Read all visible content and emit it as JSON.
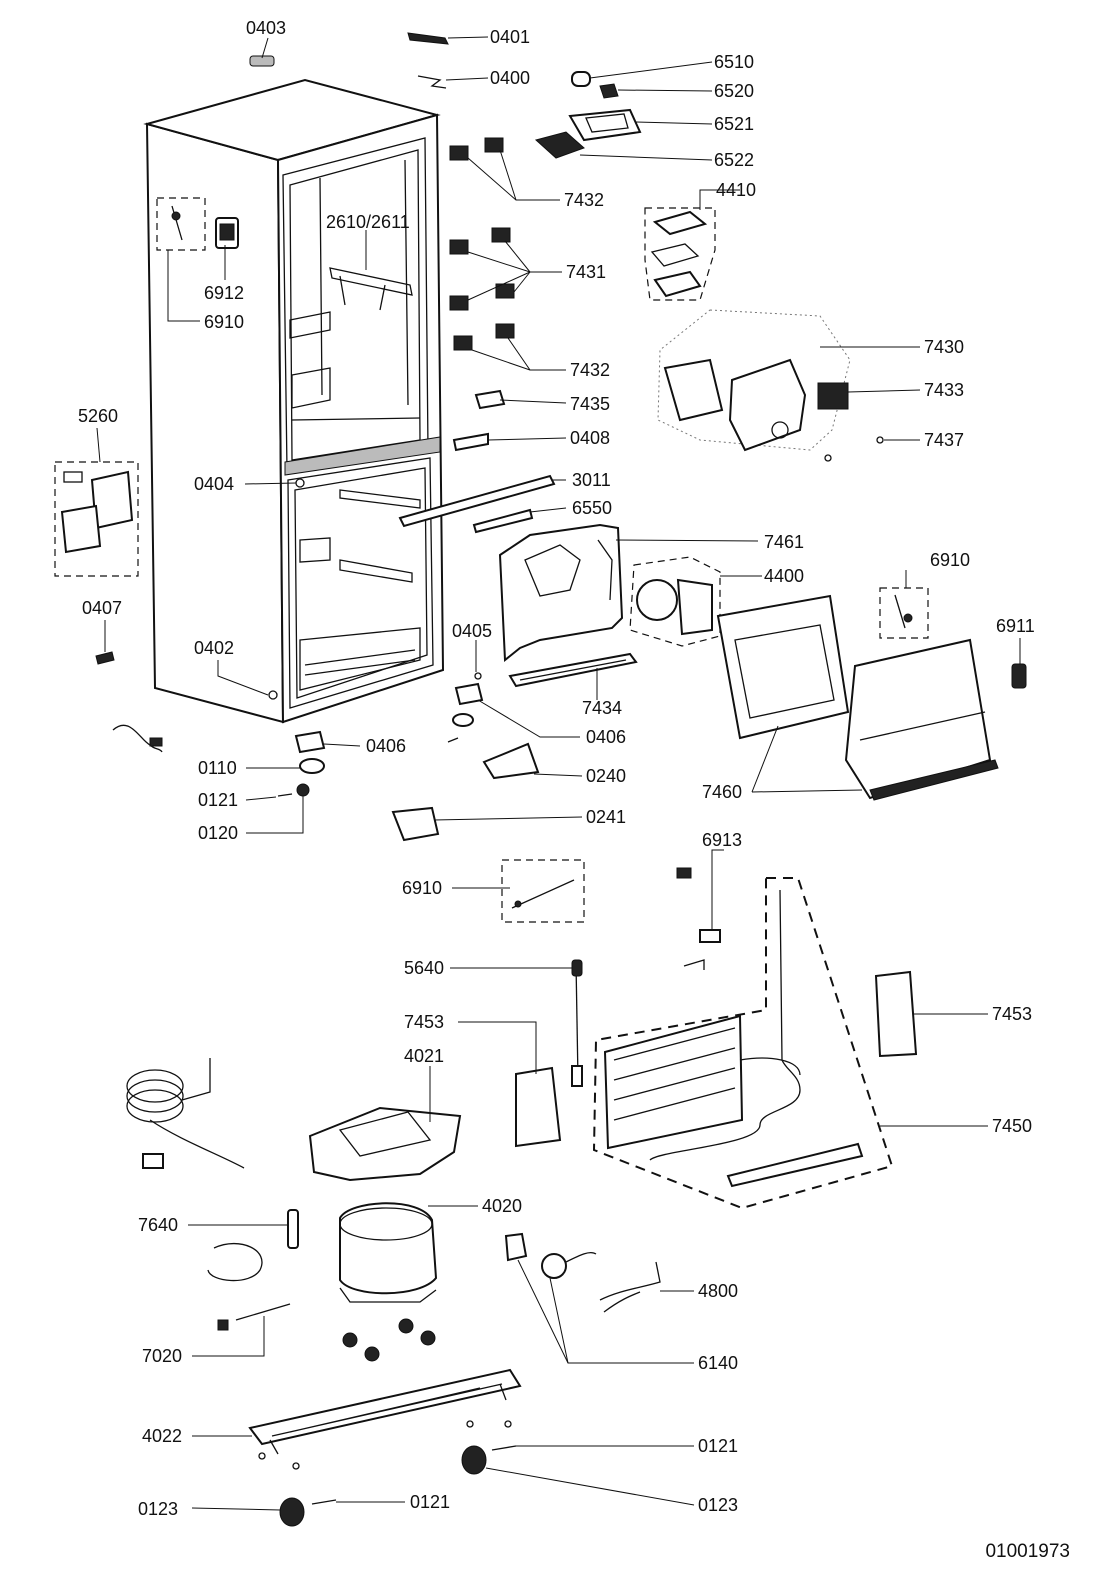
{
  "diagram": {
    "document_number": "01001973",
    "part_labels": [
      "0403",
      "0401",
      "0400",
      "6510",
      "6520",
      "6521",
      "6522",
      "7432",
      "4410",
      "2610/2611",
      "7431",
      "6912",
      "6910",
      "7430",
      "7433",
      "7437",
      "7432",
      "7435",
      "0408",
      "5260",
      "0404",
      "3011",
      "6550",
      "7461",
      "4400",
      "6910",
      "6911",
      "0407",
      "0405",
      "0402",
      "7434",
      "0406",
      "0406",
      "0110",
      "0240",
      "0121",
      "0120",
      "0241",
      "7460",
      "6913",
      "6910",
      "5640",
      "7453",
      "7453",
      "4021",
      "7450",
      "4020",
      "7640",
      "4800",
      "7020",
      "6140",
      "4022",
      "0121",
      "0123",
      "0121",
      "0123"
    ]
  }
}
